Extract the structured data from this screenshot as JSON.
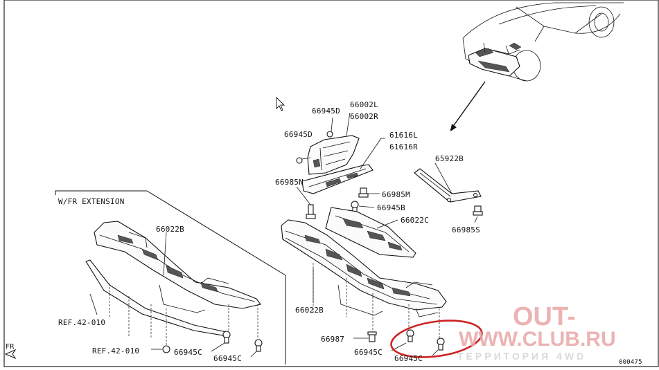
{
  "inset": {
    "title": "W/FR EXTENSION"
  },
  "labels": {
    "p66945D_top": "66945D",
    "p66002L": "66002L",
    "p66002R": "66002R",
    "p66945D_left": "66945D",
    "p61616L": "61616L",
    "p61616R": "61616R",
    "p65922B": "65922B",
    "p66985N": "66985N",
    "p66985M": "66985M",
    "p66945B": "66945B",
    "p66985S": "66985S",
    "p66022C": "66022C",
    "p66022B_inset": "66022B",
    "p66022B_main": "66022B",
    "ref_42_010_a": "REF.42-010",
    "ref_42_010_b": "REF.42-010",
    "p66945C_1": "66945C",
    "p66945C_2": "66945C",
    "p66987": "66987",
    "p66945C_3": "66945C",
    "p66945C_4": "66945C",
    "fr": "FR",
    "diagram_id": "000475"
  },
  "watermark": {
    "line1": "OUT-",
    "line2": "WWW.CLUB.RU",
    "line3": "ТЕРРИТОРИЯ 4WD"
  },
  "colors": {
    "highlight": "#cc2222",
    "watermark_red": "#e9a6a6",
    "watermark_gray": "#d9d9d9"
  }
}
